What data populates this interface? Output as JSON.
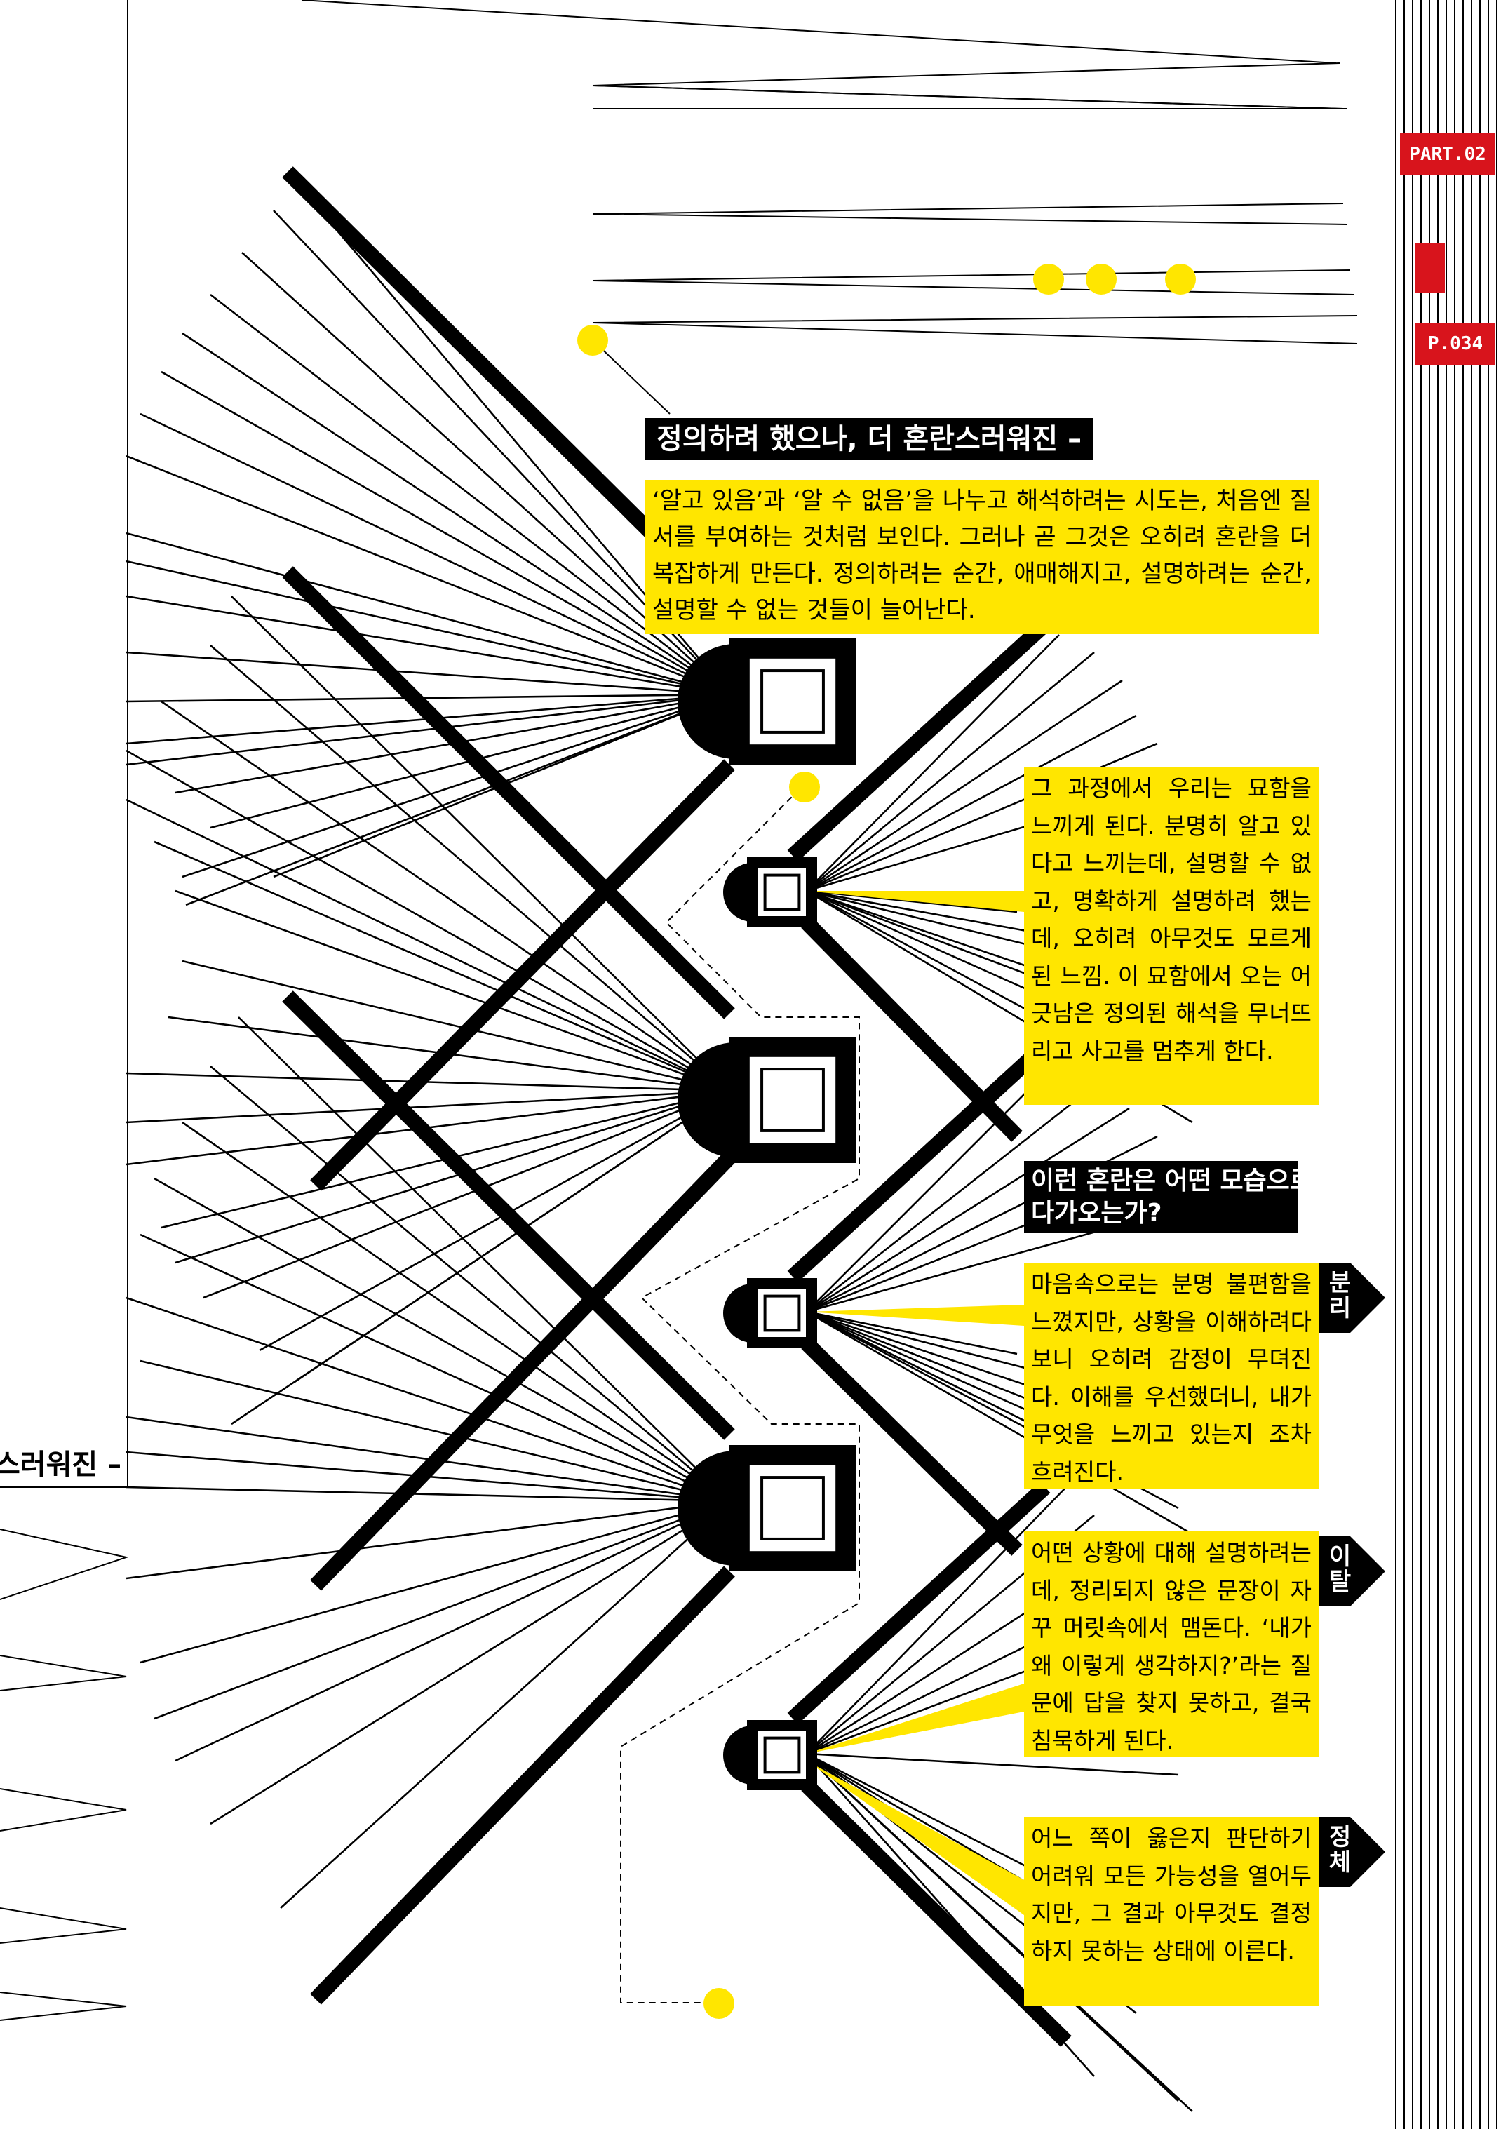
{
  "header": {
    "part_label": "PART.02",
    "page_label": "P.034"
  },
  "section1": {
    "heading": "정의하려 했으나, 더 혼란스러워진 –",
    "body": "‘알고 있음’과 ‘알 수 없음’을 나누고 해석하려는 시도는, 처음엔 질서를 부여하는 것처럼 보인다. 그러나 곧 그것은 오히려 혼란을 더 복잡하게 만든다. 정의하려는 순간, 애매해지고, 설명하려는 순간, 설명할 수 없는 것들이 늘어난다."
  },
  "section2": {
    "body": "그 과정에서 우리는 묘함을 느끼게 된다. 분명히 알고 있다고 느끼는데, 설명할 수 없고, 명확하게 설명하려 했는데, 오히려 아무것도 모르게 된 느낌. 이 묘함에서 오는 어긋남은 정의된 해석을 무너뜨리고 사고를 멈추게 한다."
  },
  "section3": {
    "heading_line1": "이런 혼란은 어떤 모습으로",
    "heading_line2": "다가오는가?",
    "items": [
      {
        "tag": "분리",
        "body": "마음속으로는 분명 불편함을 느꼈지만, 상황을 이해하려다 보니 오히려 감정이 무뎌진다. 이해를 우선했더니, 내가 무엇을 느끼고 있는지 조차 흐려진다."
      },
      {
        "tag": "이탈",
        "body": "어떤 상황에 대해 설명하려는데, 정리되지 않은 문장이 자꾸 머릿속에서 맴돈다. ‘내가 왜 이렇게 생각하지?’라는 질문에 답을 찾지 못하고, 결국 침묵하게 된다."
      },
      {
        "tag": "정체",
        "body": "어느 쪽이 옳은지 판단하기 어려워 모든 가능성을 열어두지만, 그 결과 아무것도 결정하지 못하는 상태에 이른다."
      }
    ]
  },
  "left_fragment": "스러워진 –",
  "colors": {
    "accent_yellow": "#ffe600",
    "tag_red": "#d8141c",
    "ink": "#000000"
  }
}
